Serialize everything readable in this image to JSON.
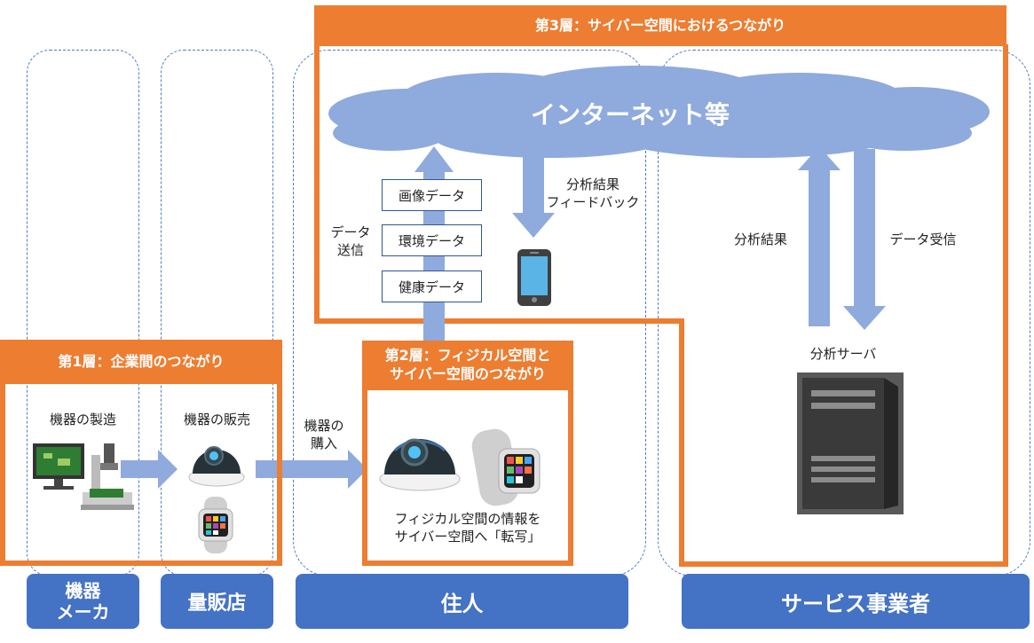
{
  "layer3": {
    "title": "第3層：サイバー空間におけるつながり"
  },
  "layer1": {
    "title": "第1層：企業間のつながり"
  },
  "layer2": {
    "title": "第2層：フィジカル空間と\nサイバー空間のつながり"
  },
  "cloud": {
    "label": "インターネット等"
  },
  "data_send_label": "データ\n送信",
  "data_items": [
    "画像データ",
    "環境データ",
    "健康データ"
  ],
  "feedback_label": "分析結果\nフィードバック",
  "server_out_label": "分析結果",
  "server_in_label": "データ受信",
  "server_label": "分析サーバ",
  "manufacture_label": "機器の製造",
  "sales_label": "機器の販売",
  "purchase_label": "機器の\n購入",
  "transcribe_label": "フィジカル空間の情報を\nサイバー空間へ「転写」",
  "actors": [
    "機器\nメーカ",
    "量販店",
    "住人",
    "サービス事業者"
  ],
  "colors": {
    "orange": "#ed7d31",
    "blue": "#4472c4",
    "light_blue": "#8faadc",
    "cloud": "#8faadc"
  }
}
